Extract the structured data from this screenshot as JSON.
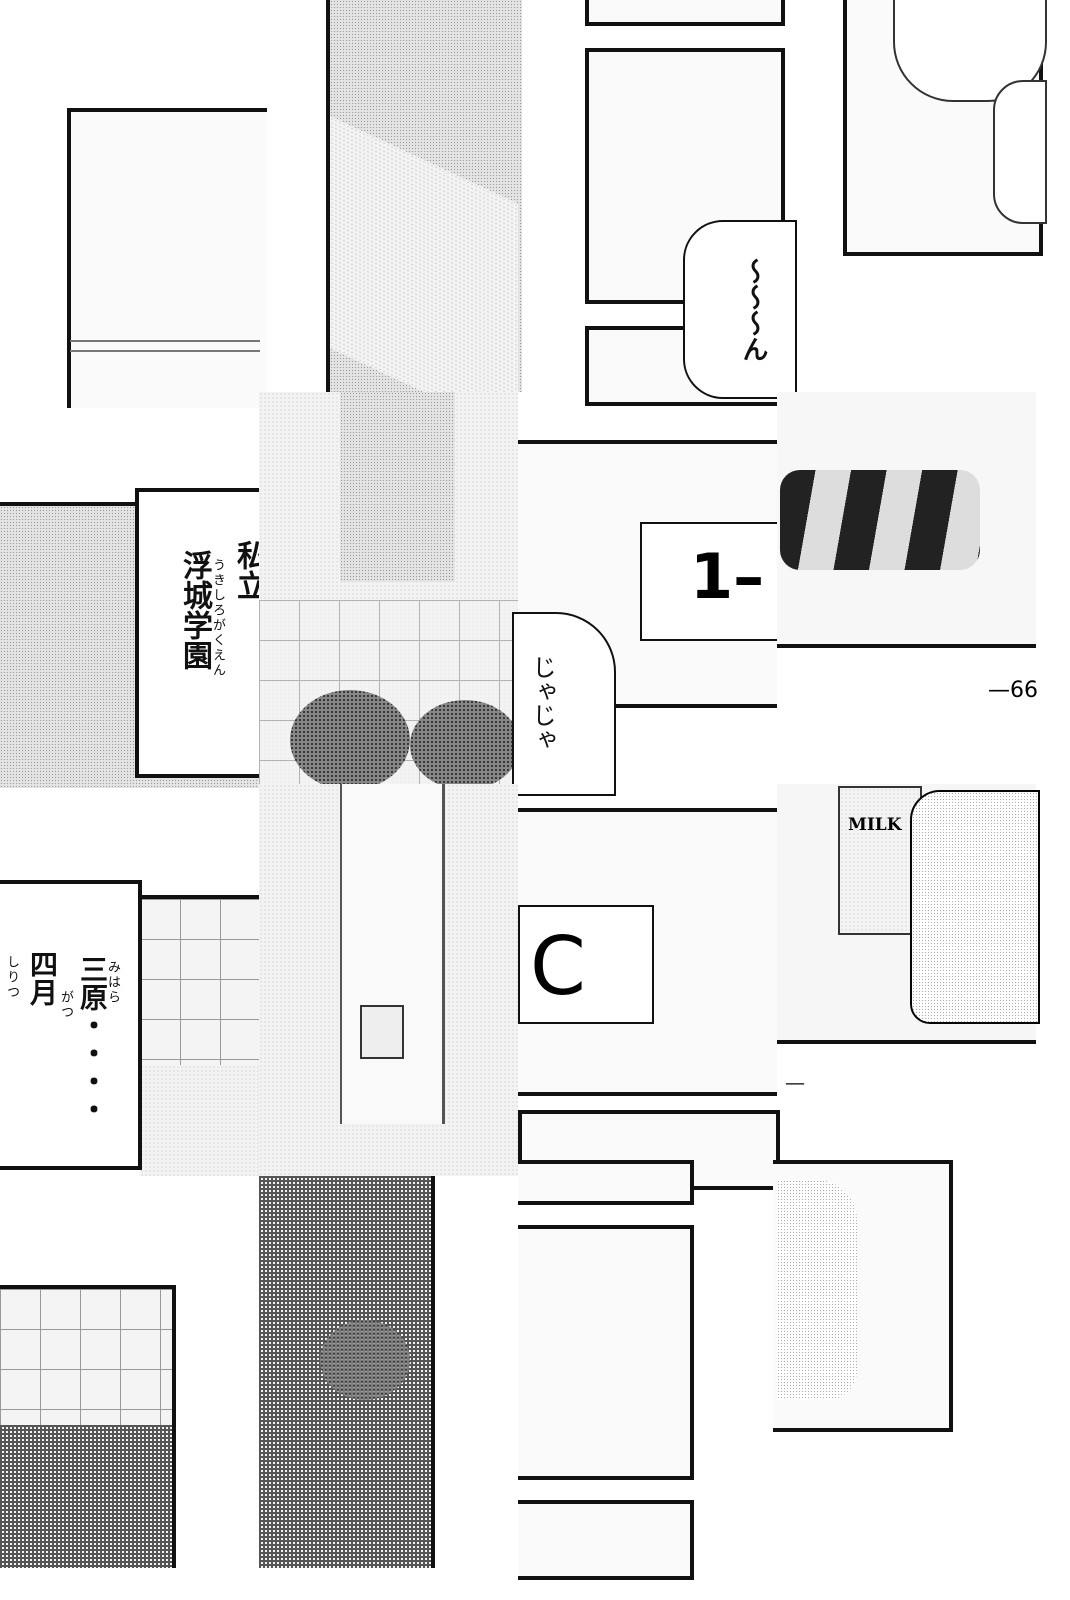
{
  "captions": {
    "school_prefix": "私立",
    "school_name": "浮城学園",
    "school_ruby": "うきしろがくえん",
    "month": "四月",
    "month_ruby": "がつ",
    "name": "三原・・・・",
    "name_ruby": "みはら",
    "prefix_ruby": "しりつ"
  },
  "speech": {
    "hmm": "〜〜〜ん",
    "jaja": "じゃじゃ"
  },
  "signs": {
    "class_sign": "1–",
    "class_letter": "C",
    "milk": "MILK"
  },
  "page_number": "—66",
  "dash": "—"
}
